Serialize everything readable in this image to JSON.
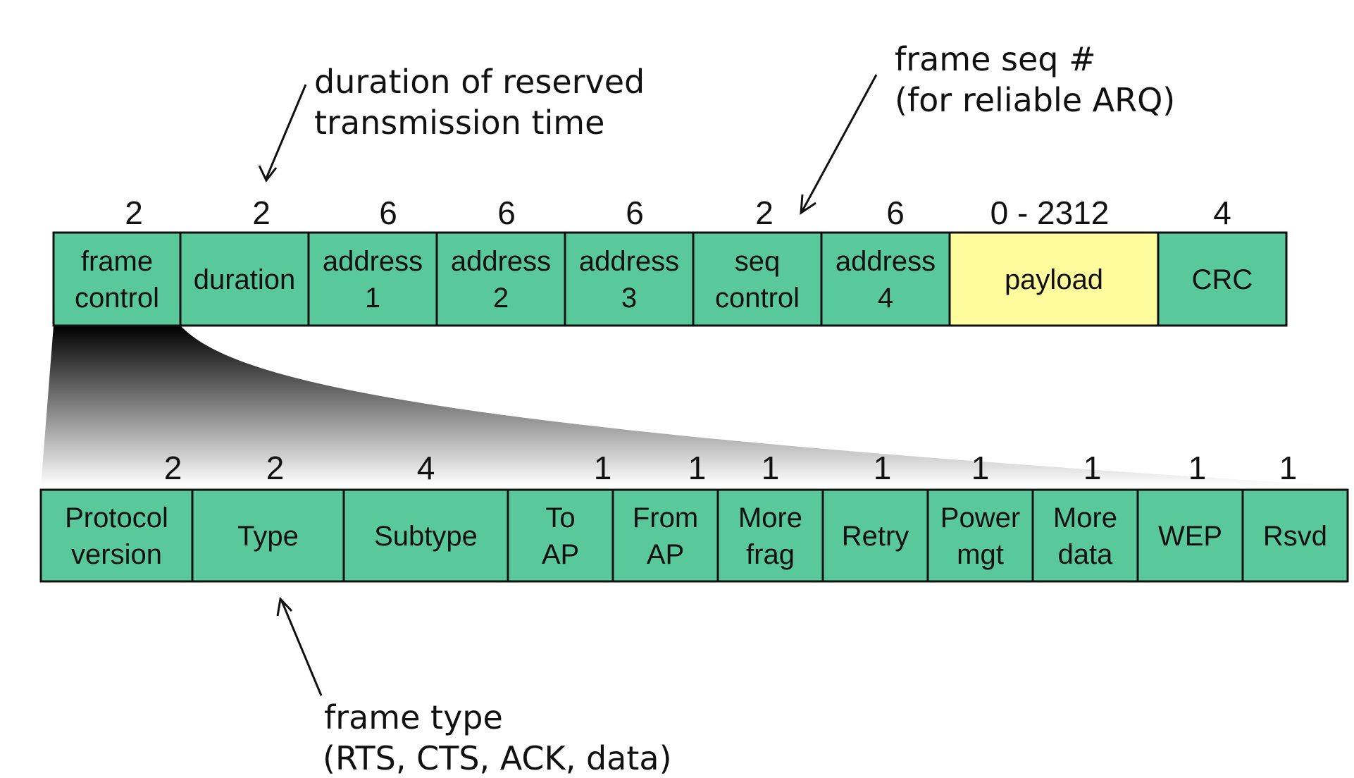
{
  "colors": {
    "field_fill": "#59c99c",
    "payload_fill": "#fffc9e",
    "outline": "#111111",
    "text": "#111111"
  },
  "annotations": {
    "duration_note": [
      "duration of reserved",
      "transmission time"
    ],
    "seq_note": [
      "frame seq #",
      "(for reliable ARQ)"
    ],
    "type_note": [
      "frame type",
      "(RTS, CTS, ACK, data)"
    ]
  },
  "frame": {
    "fields": [
      {
        "size": "2",
        "label": [
          "frame",
          "control"
        ],
        "color": "#59c99c"
      },
      {
        "size": "2",
        "label": [
          "duration"
        ],
        "color": "#59c99c"
      },
      {
        "size": "6",
        "label": [
          "address",
          "1"
        ],
        "color": "#59c99c"
      },
      {
        "size": "6",
        "label": [
          "address",
          "2"
        ],
        "color": "#59c99c"
      },
      {
        "size": "6",
        "label": [
          "address",
          "3"
        ],
        "color": "#59c99c"
      },
      {
        "size": "2",
        "label": [
          "seq",
          "control"
        ],
        "color": "#59c99c"
      },
      {
        "size": "6",
        "label": [
          "address",
          "4"
        ],
        "color": "#59c99c"
      },
      {
        "size": "0 - 2312",
        "label": [
          "payload"
        ],
        "color": "#fffc9e"
      },
      {
        "size": "4",
        "label": [
          "CRC"
        ],
        "color": "#59c99c"
      }
    ]
  },
  "frame_control": {
    "fields": [
      {
        "size": "2",
        "label": [
          "Protocol",
          "version"
        ]
      },
      {
        "size": "2",
        "label": [
          "Type"
        ]
      },
      {
        "size": "4",
        "label": [
          "Subtype"
        ]
      },
      {
        "size": "1",
        "label": [
          "To",
          "AP"
        ]
      },
      {
        "size": "1",
        "label": [
          "From",
          "AP"
        ]
      },
      {
        "size": "1",
        "label": [
          "More",
          "frag"
        ]
      },
      {
        "size": "1",
        "label": [
          "Retry"
        ]
      },
      {
        "size": "1",
        "label": [
          "Power",
          "mgt"
        ]
      },
      {
        "size": "1",
        "label": [
          "More",
          "data"
        ]
      },
      {
        "size": "1",
        "label": [
          "WEP"
        ]
      },
      {
        "size": "1",
        "label": [
          "Rsvd"
        ]
      }
    ]
  }
}
